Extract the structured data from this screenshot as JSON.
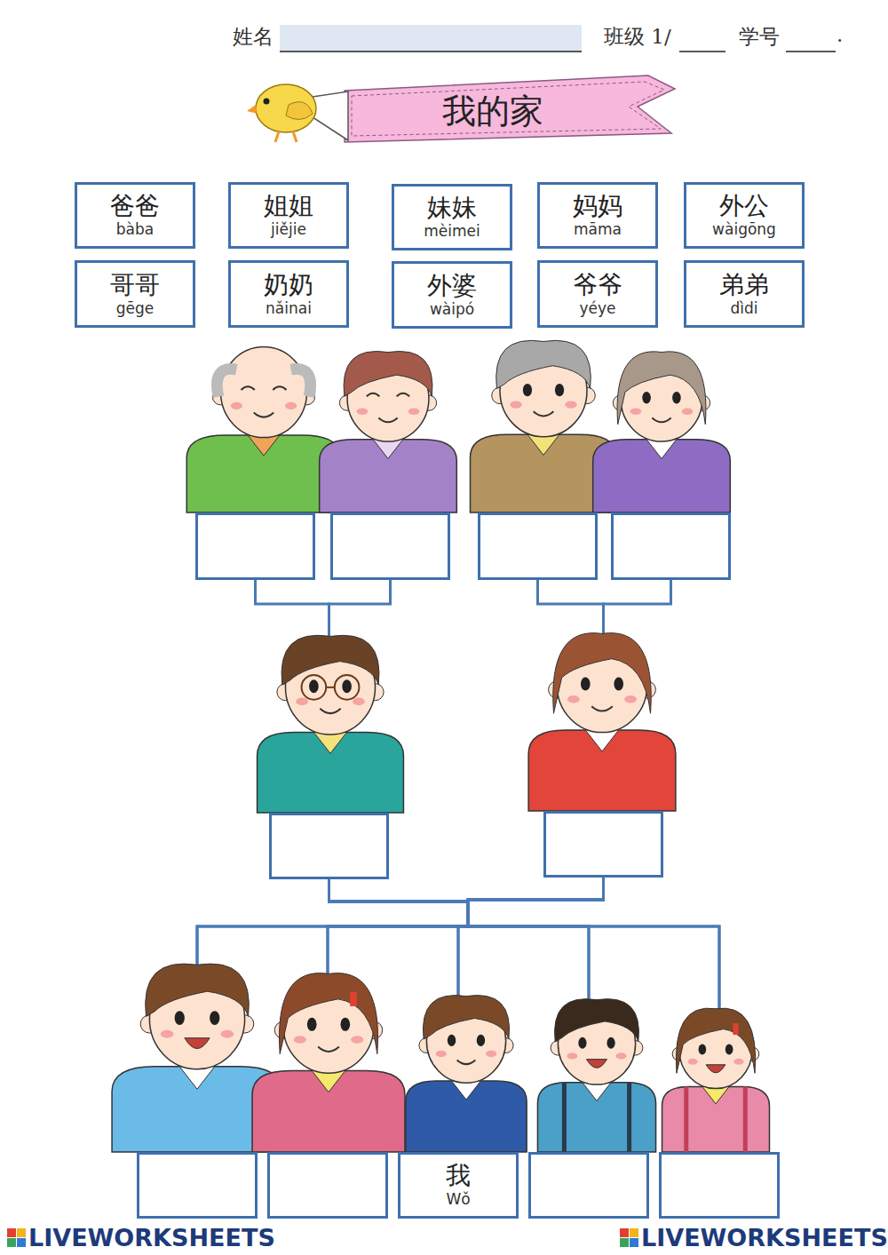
{
  "diagram": {
    "title": "我的家",
    "nodes": [
      {
        "text": [
          "爸爸",
          "bàba"
        ]
      },
      {
        "text": [
          "姐姐",
          "jiějie"
        ]
      },
      {
        "text": [
          "妹妹",
          "mèimei"
        ]
      },
      {
        "text": [
          "妈妈",
          "māma"
        ]
      },
      {
        "text": [
          "外公",
          "wàigōng"
        ]
      },
      {
        "text": [
          "哥哥",
          "gēge"
        ]
      },
      {
        "text": [
          "奶奶",
          "nǎinai"
        ]
      },
      {
        "text": [
          "外婆",
          "wàipó"
        ]
      },
      {
        "text": [
          "爷爷",
          "yéye"
        ]
      },
      {
        "text": [
          "弟弟",
          "dìdi"
        ]
      },
      {
        "text": []
      },
      {
        "text": []
      },
      {
        "text": []
      },
      {
        "text": []
      },
      {
        "text": []
      },
      {
        "text": []
      },
      {
        "text": []
      },
      {
        "text": []
      },
      {
        "text": [
          "我",
          "Wǒ"
        ]
      },
      {
        "text": []
      },
      {
        "text": []
      }
    ],
    "edges": [
      {
        "from": 10,
        "to": 14,
        "arrow": "none"
      },
      {
        "from": 11,
        "to": 14,
        "arrow": "none"
      },
      {
        "from": 12,
        "to": 15,
        "arrow": "none"
      },
      {
        "from": 13,
        "to": 15,
        "arrow": "none"
      },
      {
        "from": 14,
        "to": 16,
        "arrow": "none"
      },
      {
        "from": 14,
        "to": 17,
        "arrow": "none"
      },
      {
        "from": 14,
        "to": 18,
        "arrow": "none"
      },
      {
        "from": 14,
        "to": 19,
        "arrow": "none"
      },
      {
        "from": 14,
        "to": 20,
        "arrow": "none"
      },
      {
        "from": 15,
        "to": 16,
        "arrow": "none"
      },
      {
        "from": 15,
        "to": 17,
        "arrow": "none"
      },
      {
        "from": 15,
        "to": 18,
        "arrow": "none"
      },
      {
        "from": 15,
        "to": 19,
        "arrow": "none"
      },
      {
        "from": 15,
        "to": 20,
        "arrow": "none"
      }
    ],
    "labels": [
      "姓名",
      "班级 1/",
      "学号",
      ".",
      "LIVEWORKSHEETS",
      "LIVEWORKSHEETS"
    ]
  }
}
